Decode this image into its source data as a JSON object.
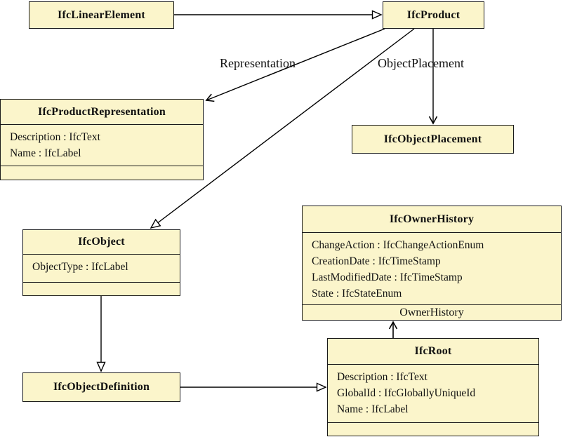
{
  "colors": {
    "box_fill": "#fbf5cb",
    "box_border": "#1a1a1a",
    "line_color": "#000000"
  },
  "classes": {
    "linear_element": {
      "title": "IfcLinearElement",
      "attributes": []
    },
    "product": {
      "title": "IfcProduct",
      "attributes": []
    },
    "product_representation": {
      "title": "IfcProductRepresentation",
      "attributes": [
        "Description : IfcText",
        "Name : IfcLabel"
      ]
    },
    "object_placement": {
      "title": "IfcObjectPlacement",
      "attributes": []
    },
    "owner_history": {
      "title": "IfcOwnerHistory",
      "attributes": [
        "ChangeAction : IfcChangeActionEnum",
        "CreationDate : IfcTimeStamp",
        "LastModifiedDate : IfcTimeStamp",
        "State : IfcStateEnum"
      ]
    },
    "object": {
      "title": "IfcObject",
      "attributes": [
        "ObjectType : IfcLabel"
      ]
    },
    "object_definition": {
      "title": "IfcObjectDefinition",
      "attributes": []
    },
    "root": {
      "title": "IfcRoot",
      "attributes": [
        "Description : IfcText",
        "GlobalId : IfcGloballyUniqueId",
        "Name : IfcLabel"
      ]
    }
  },
  "edge_labels": {
    "representation": "Representation",
    "object_placement": "ObjectPlacement",
    "owner_history": "OwnerHistory"
  }
}
